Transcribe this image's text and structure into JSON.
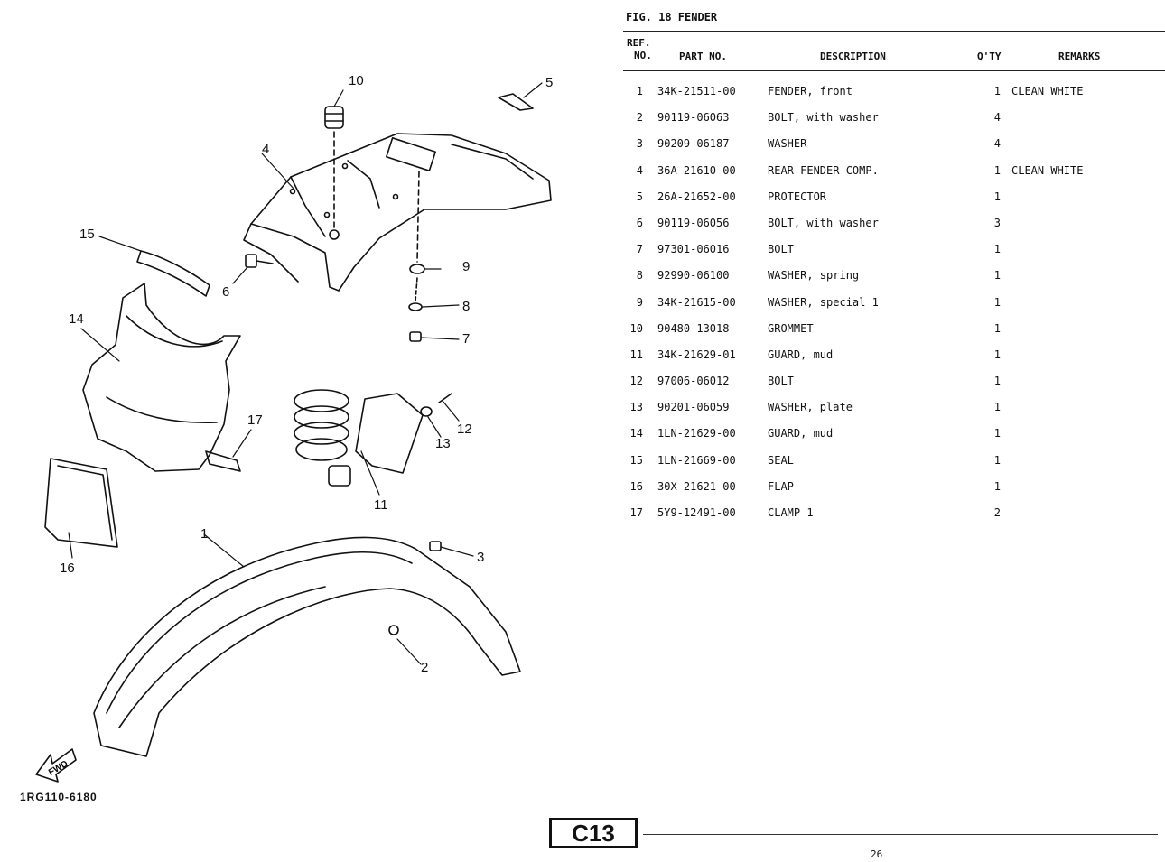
{
  "figure": {
    "title": "FIG. 18  FENDER"
  },
  "table_headers": {
    "ref": "REF.",
    "no": "NO.",
    "part_no": "PART NO.",
    "description": "DESCRIPTION",
    "qty": "Q'TY",
    "remarks": "REMARKS"
  },
  "parts": [
    {
      "ref": "1",
      "part_no": "34K-21511-00",
      "description": "FENDER, front",
      "qty": "1",
      "remarks": "CLEAN WHITE"
    },
    {
      "ref": "2",
      "part_no": "90119-06063",
      "description": "BOLT, with washer",
      "qty": "4",
      "remarks": ""
    },
    {
      "ref": "3",
      "part_no": "90209-06187",
      "description": "WASHER",
      "qty": "4",
      "remarks": ""
    },
    {
      "ref": "4",
      "part_no": "36A-21610-00",
      "description": "REAR FENDER COMP.",
      "qty": "1",
      "remarks": "CLEAN WHITE"
    },
    {
      "ref": "5",
      "part_no": "26A-21652-00",
      "description": "PROTECTOR",
      "qty": "1",
      "remarks": ""
    },
    {
      "ref": "6",
      "part_no": "90119-06056",
      "description": "BOLT, with washer",
      "qty": "3",
      "remarks": ""
    },
    {
      "ref": "7",
      "part_no": "97301-06016",
      "description": "BOLT",
      "qty": "1",
      "remarks": ""
    },
    {
      "ref": "8",
      "part_no": "92990-06100",
      "description": "WASHER, spring",
      "qty": "1",
      "remarks": ""
    },
    {
      "ref": "9",
      "part_no": "34K-21615-00",
      "description": "WASHER, special 1",
      "qty": "1",
      "remarks": ""
    },
    {
      "ref": "10",
      "part_no": "90480-13018",
      "description": "GROMMET",
      "qty": "1",
      "remarks": ""
    },
    {
      "ref": "11",
      "part_no": "34K-21629-01",
      "description": "GUARD, mud",
      "qty": "1",
      "remarks": ""
    },
    {
      "ref": "12",
      "part_no": "97006-06012",
      "description": "BOLT",
      "qty": "1",
      "remarks": ""
    },
    {
      "ref": "13",
      "part_no": "90201-06059",
      "description": "WASHER, plate",
      "qty": "1",
      "remarks": ""
    },
    {
      "ref": "14",
      "part_no": "1LN-21629-00",
      "description": "GUARD, mud",
      "qty": "1",
      "remarks": ""
    },
    {
      "ref": "15",
      "part_no": "1LN-21669-00",
      "description": "SEAL",
      "qty": "1",
      "remarks": ""
    },
    {
      "ref": "16",
      "part_no": "30X-21621-00",
      "description": "FLAP",
      "qty": "1",
      "remarks": ""
    },
    {
      "ref": "17",
      "part_no": "5Y9-12491-00",
      "description": "CLAMP 1",
      "qty": "2",
      "remarks": ""
    }
  ],
  "diagram": {
    "code": "1RG110-6180",
    "fwd_label": "FWD",
    "callouts": [
      "1",
      "2",
      "3",
      "4",
      "5",
      "6",
      "7",
      "8",
      "9",
      "10",
      "11",
      "12",
      "13",
      "14",
      "15",
      "16",
      "17"
    ]
  },
  "footer": {
    "page_code": "C13",
    "page_number": "26"
  }
}
